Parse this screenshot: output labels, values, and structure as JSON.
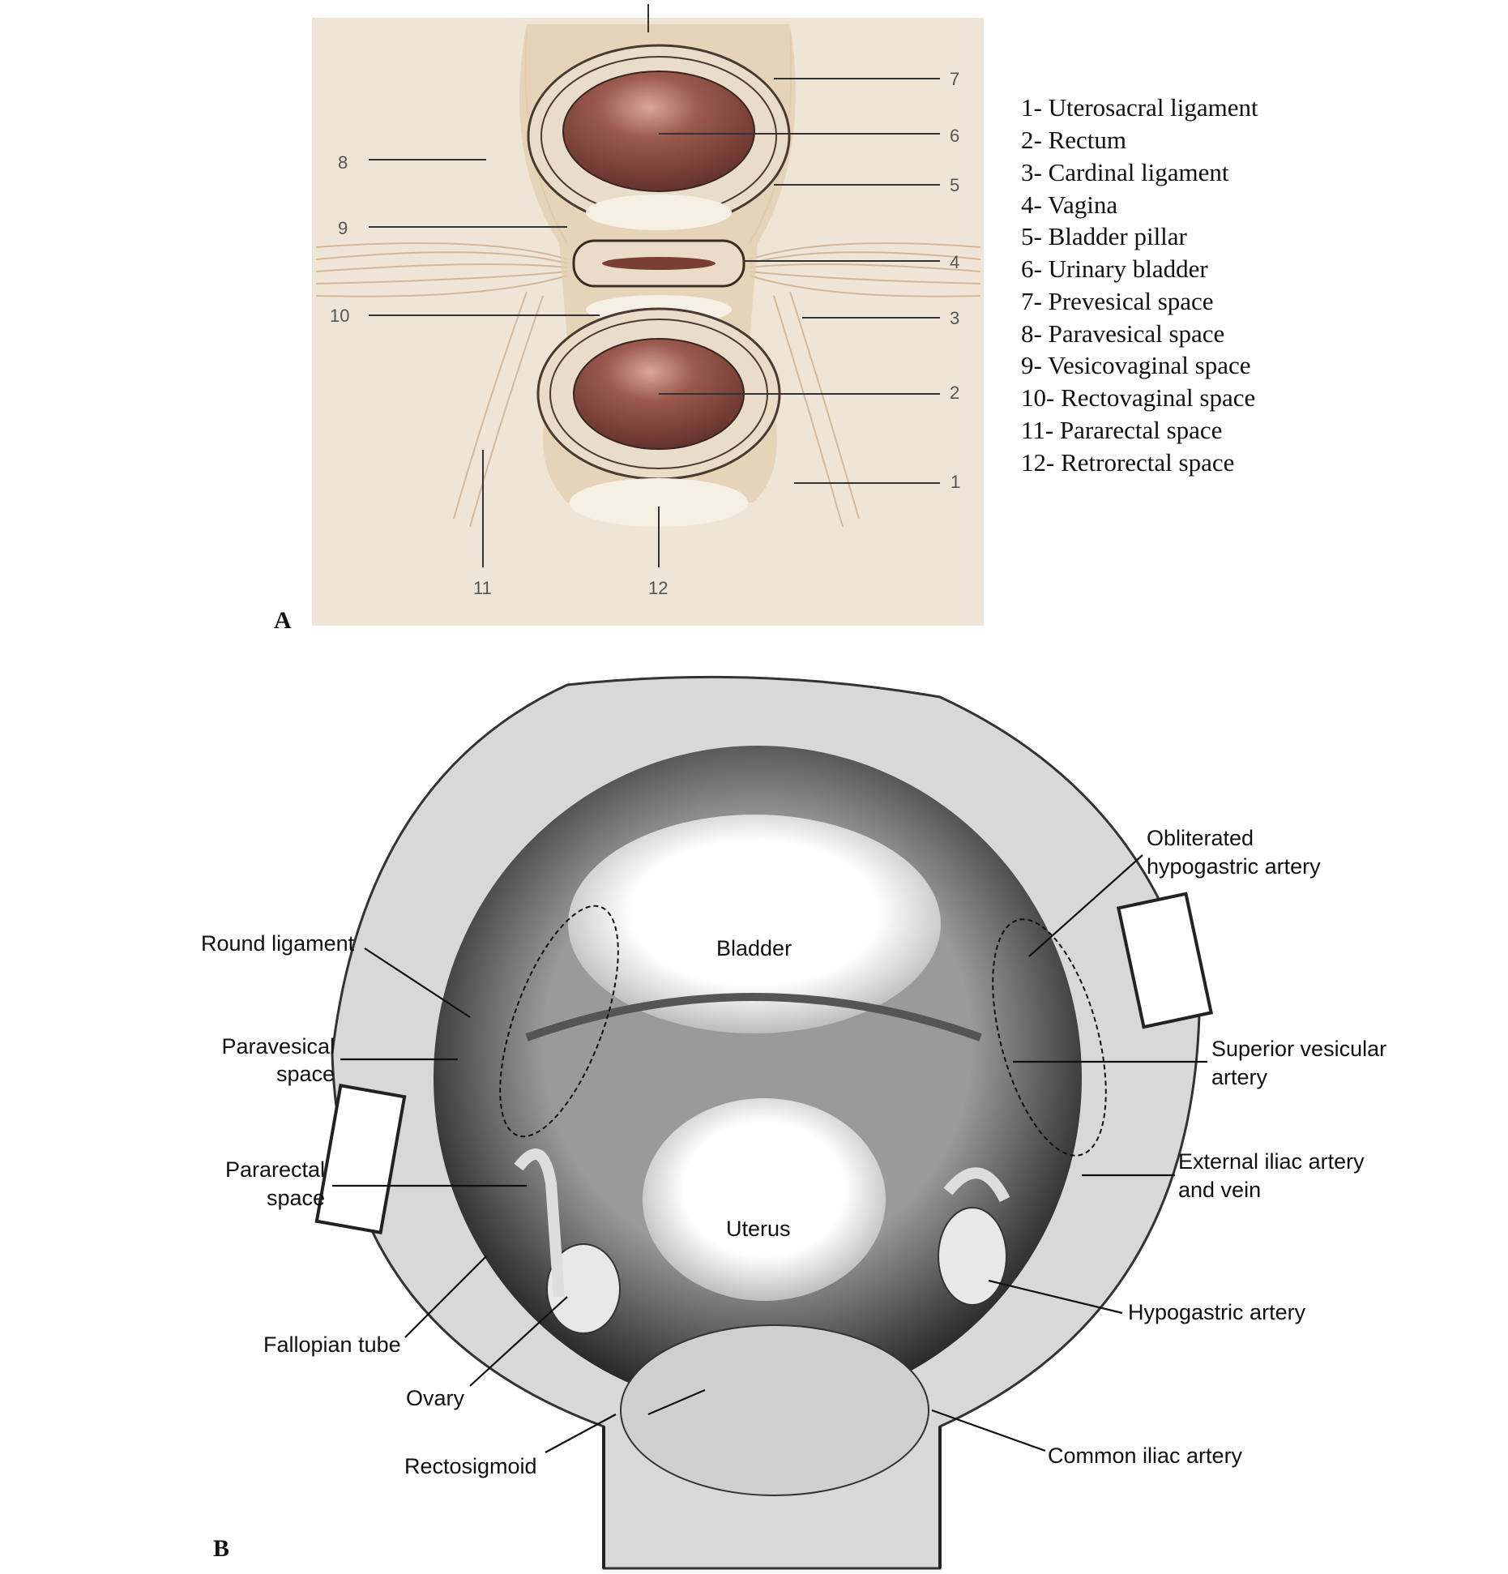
{
  "figure_a": {
    "panel_label": "A",
    "numbers": [
      "1",
      "2",
      "3",
      "4",
      "5",
      "6",
      "7",
      "8",
      "9",
      "10",
      "11",
      "12"
    ],
    "legend": [
      "1- Uterosacral ligament",
      "2- Rectum",
      "3- Cardinal ligament",
      "4- Vagina",
      "5- Bladder pillar",
      "6- Urinary bladder",
      "7- Prevesical space",
      "8- Paravesical space",
      "9- Vesicovaginal space",
      "10- Rectovaginal space",
      "11- Pararectal space",
      "12- Retrorectal space"
    ],
    "colors": {
      "background": "#efe5d6",
      "organ": "#8a4a40",
      "fiber": "#d9c3a5"
    }
  },
  "figure_b": {
    "panel_label": "B",
    "labels": {
      "obliterated_1": "Obliterated",
      "obliterated_2": "hypogastric artery",
      "round_ligament": "Round ligament",
      "bladder": "Bladder",
      "paravesical_1": "Paravesical",
      "paravesical_2": "space",
      "superior_vesicular_1": "Superior vesicular",
      "superior_vesicular_2": "artery",
      "pararectal_1": "Pararectal",
      "pararectal_2": "space",
      "external_iliac_1": "External iliac artery",
      "external_iliac_2": "and vein",
      "uterus": "Uterus",
      "hypogastric_artery": "Hypogastric artery",
      "fallopian_tube": "Fallopian tube",
      "ovary": "Ovary",
      "rectosigmoid": "Rectosigmoid",
      "common_iliac_artery": "Common iliac artery"
    }
  }
}
